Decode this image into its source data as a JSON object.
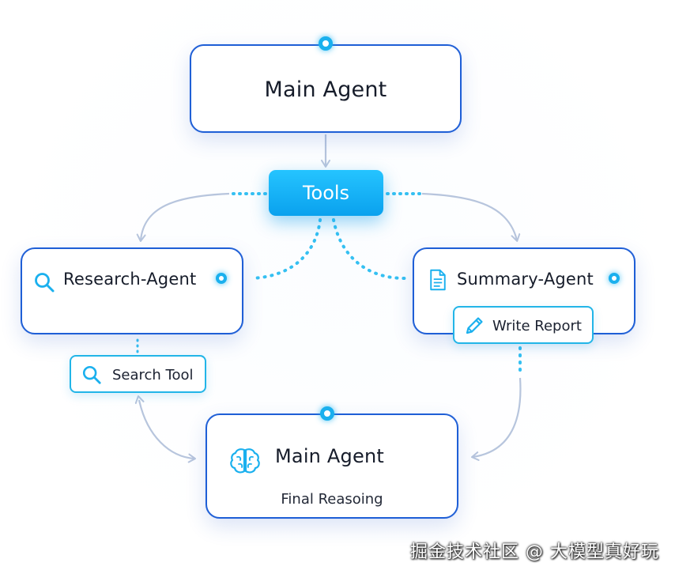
{
  "diagram": {
    "top_node": {
      "title": "Main Agent"
    },
    "tools_node": {
      "label": "Tools"
    },
    "research_node": {
      "title": "Research-Agent",
      "icon": "search-icon"
    },
    "summary_node": {
      "title": "Summary-Agent",
      "icon": "document-icon"
    },
    "search_tool": {
      "label": "Search Tool",
      "icon": "search-icon"
    },
    "write_report": {
      "label": "Write Report",
      "icon": "pencil-icon"
    },
    "bottom_node": {
      "title": "Main Agent",
      "subtitle": "Final Reasoing",
      "icon": "brain-icon"
    }
  },
  "watermark": {
    "text": "掘金技术社区 @ 大模型真好玩"
  },
  "colors": {
    "node_border": "#1f5fd6",
    "accent_cyan": "#1ab0ee",
    "tools_fill": "#13b2f3",
    "arrow_gray": "#b7c5dd",
    "text_dark": "#161c2a"
  }
}
